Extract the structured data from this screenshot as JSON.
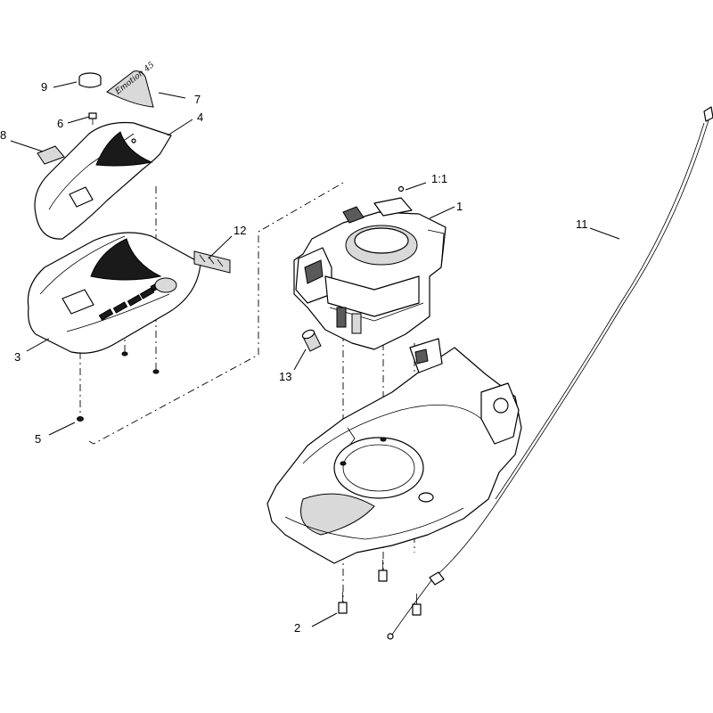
{
  "diagram": {
    "callouts": {
      "c1": "1",
      "c1_1": "1:1",
      "c2": "2",
      "c3": "3",
      "c4": "4",
      "c5": "5",
      "c6": "6",
      "c7": "7",
      "c8": "8",
      "c9": "9",
      "c11": "11",
      "c12": "12",
      "c13": "13"
    },
    "decal_logo": "Emotion 45",
    "colors": {
      "line": "#000000",
      "dark_fill": "#5a5a5a",
      "light_fill": "#d9d9d9"
    }
  }
}
